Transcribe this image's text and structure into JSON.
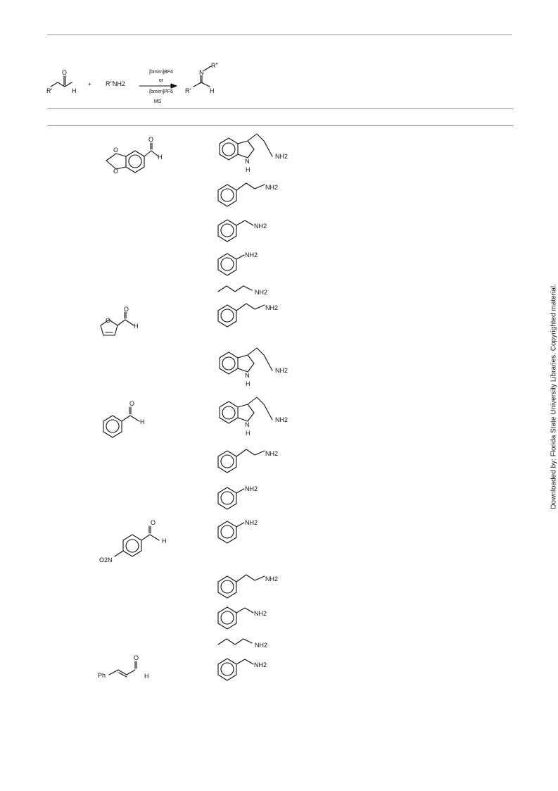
{
  "scheme": {
    "reagent_r1": "R'",
    "reagent_h": "H",
    "reagent_o": "O",
    "plus": "+",
    "amine": "R''NH2",
    "cond_top": "[bmim]BF4",
    "cond_or": "or",
    "cond_bottom": "[bmim]PF6",
    "cond_ms": "MS",
    "product_n": "N",
    "product_r2": "R''",
    "product_r1": "R'",
    "product_h": "H"
  },
  "labels": {
    "nh2": "NH2",
    "nh_n": "N",
    "nh_h": "H",
    "o": "O",
    "h": "H",
    "o2n": "O2N",
    "ph": "Ph"
  },
  "watermark": "Downloaded by: Florida State University Libraries. Copyrighted material."
}
